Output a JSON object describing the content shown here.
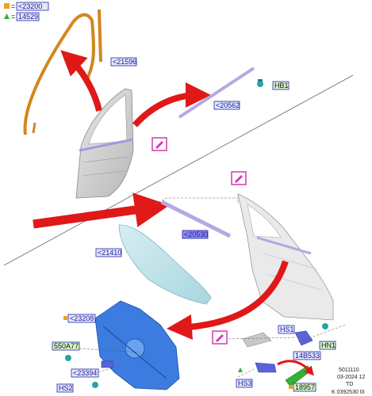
{
  "legend": {
    "items": [
      {
        "symbol": "orange-square",
        "eq": "=",
        "ref": "<23200"
      },
      {
        "symbol": "green-triangle",
        "eq": "=",
        "ref": "14529"
      }
    ]
  },
  "parts": {
    "p21596": "<21596",
    "p20562": "<20562",
    "hb1": "HB1",
    "p20530": "<20530",
    "p21410": "<21410",
    "p23208": "<23208",
    "p550a77": "550A77",
    "p23394": "<23394",
    "hs2": "HS2",
    "hs1": "HS1",
    "p14b533": "14B533",
    "hn1": "HN1",
    "hs3": "HS3",
    "p18957": "18957"
  },
  "footer": {
    "code": "5011110",
    "date": "03-2024 12",
    "td": "TD",
    "ref": "K 0392530 0I"
  },
  "colors": {
    "label_blue_border": "#2222aa",
    "label_blue_bg": "#e4e8ff",
    "label_green_bg": "#d8f5c8",
    "arrow_red": "#e01818",
    "seal_orange": "#d2871f",
    "regulator_blue": "#3c7be0",
    "glass_teal": "#bfe3ea",
    "strip_purple": "#b4a9e0",
    "magenta_icon": "#d43ab0",
    "green_clip": "#33b233"
  },
  "icons": [
    "magenta-pencil-icon",
    "orange-square-icon",
    "green-triangle-icon"
  ]
}
